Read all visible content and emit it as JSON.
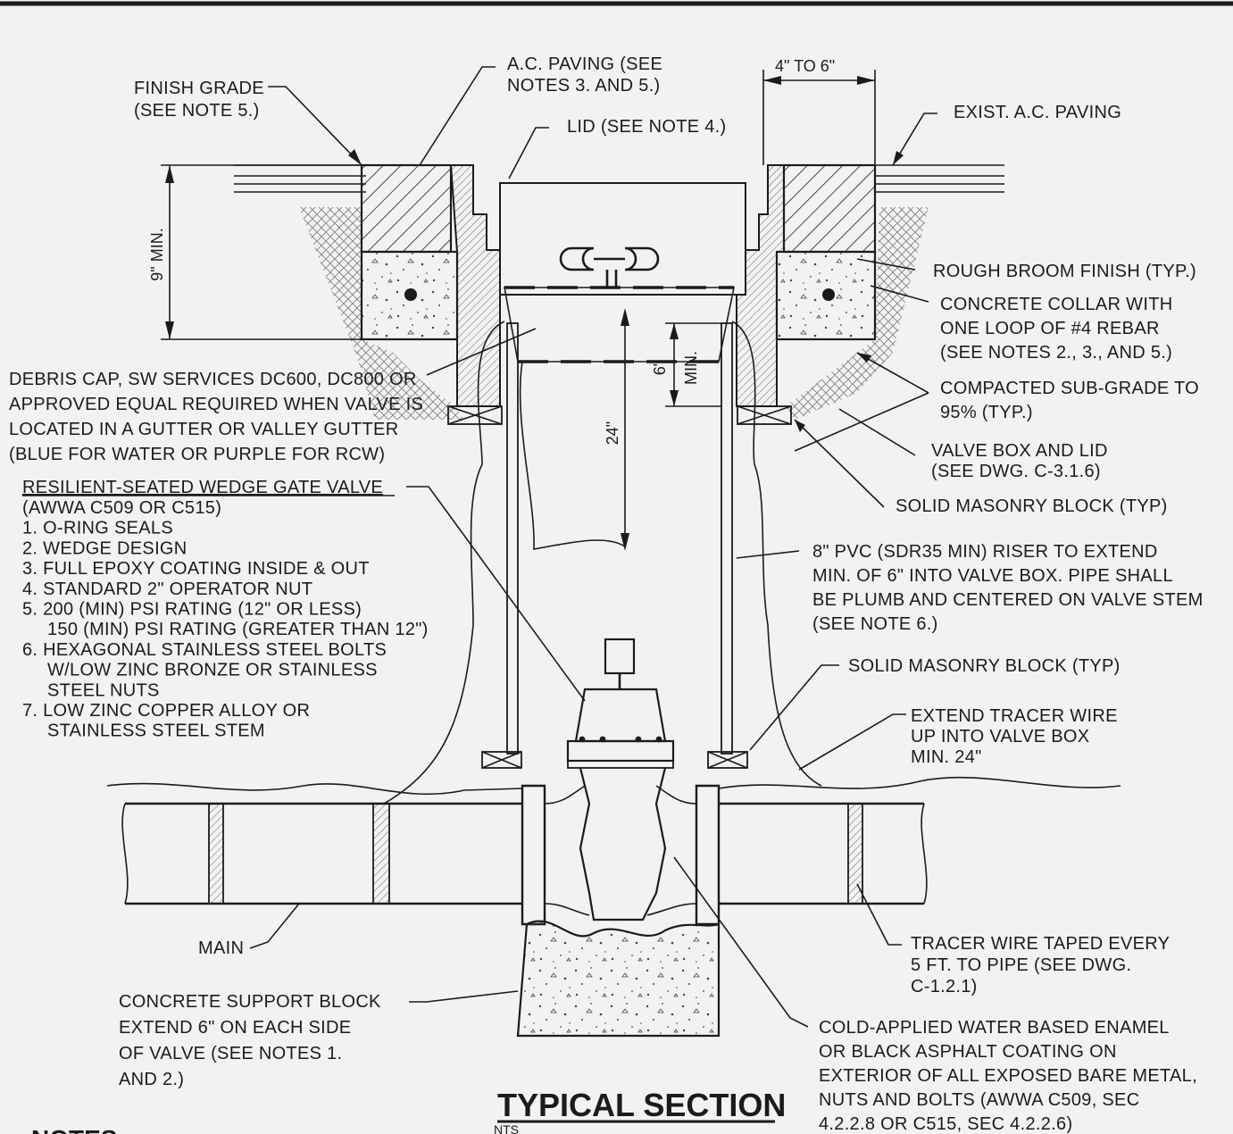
{
  "title": "TYPICAL SECTION",
  "subtitle": "NTS",
  "notes_heading": "NOTES:",
  "labels": {
    "finish_grade": [
      "FINISH GRADE",
      "(SEE NOTE 5.)"
    ],
    "ac_paving": [
      "A.C. PAVING (SEE",
      "NOTES 3. AND 5.)"
    ],
    "lid": "LID (SEE NOTE 4.)",
    "exist_paving": "EXIST. A.C. PAVING",
    "rough_broom": "ROUGH BROOM FINISH (TYP.)",
    "concrete_collar": [
      "CONCRETE COLLAR WITH",
      "ONE LOOP OF #4 REBAR",
      "(SEE NOTES 2., 3., AND 5.)"
    ],
    "compacted": [
      "COMPACTED SUB-GRADE TO",
      "95% (TYP.)"
    ],
    "valve_box": [
      "VALVE BOX AND LID",
      "(SEE DWG. C-3.1.6)"
    ],
    "solid_block_1": "SOLID MASONRY BLOCK (TYP)",
    "debris_cap": [
      "DEBRIS CAP, SW SERVICES DC600, DC800 OR",
      "APPROVED EQUAL REQUIRED WHEN VALVE IS",
      "LOCATED IN A GUTTER OR VALLEY GUTTER",
      "(BLUE FOR WATER OR PURPLE FOR RCW)"
    ],
    "valve_heading": "RESILIENT-SEATED WEDGE GATE VALVE",
    "valve_spec": [
      "(AWWA C509 OR C515)",
      "1. O-RING SEALS",
      "2. WEDGE DESIGN",
      "3. FULL EPOXY COATING INSIDE & OUT",
      "4. STANDARD 2\" OPERATOR NUT",
      "5. 200 (MIN) PSI RATING (12\" OR LESS)",
      "150 (MIN) PSI RATING (GREATER THAN 12\")",
      "6. HEXAGONAL STAINLESS STEEL BOLTS",
      "W/LOW ZINC BRONZE OR STAINLESS",
      "STEEL NUTS",
      "7. LOW ZINC COPPER ALLOY OR",
      "STAINLESS STEEL STEM"
    ],
    "pvc_riser": [
      "8\" PVC (SDR35 MIN) RISER TO EXTEND",
      "MIN. OF 6\" INTO VALVE BOX. PIPE SHALL",
      "BE PLUMB AND CENTERED ON VALVE STEM",
      "(SEE NOTE 6.)"
    ],
    "solid_block_2": "SOLID MASONRY BLOCK (TYP)",
    "tracer_extend": [
      "EXTEND TRACER WIRE",
      "UP INTO VALVE BOX",
      "MIN. 24\""
    ],
    "main": "MAIN",
    "tracer_taped": [
      "TRACER WIRE TAPED EVERY",
      "5 FT. TO PIPE (SEE DWG.",
      "C-1.2.1)"
    ],
    "support_block": [
      "CONCRETE SUPPORT BLOCK",
      "EXTEND 6\" ON EACH SIDE",
      "OF VALVE (SEE NOTES 1.",
      "AND 2.)"
    ],
    "coating": [
      "COLD-APPLIED WATER BASED ENAMEL",
      "OR BLACK ASPHALT COATING ON",
      "EXTERIOR OF ALL EXPOSED BARE METAL,",
      "NUTS AND BOLTS (AWWA C509, SEC",
      "4.2.2.8 OR C515, SEC 4.2.2.6)"
    ]
  },
  "dimensions": {
    "collar_width": "4\" TO 6\"",
    "depth_min": "9\" MIN.",
    "riser_len": "24\"",
    "overlap_min": "6\"",
    "overlap_tag": "MIN."
  }
}
